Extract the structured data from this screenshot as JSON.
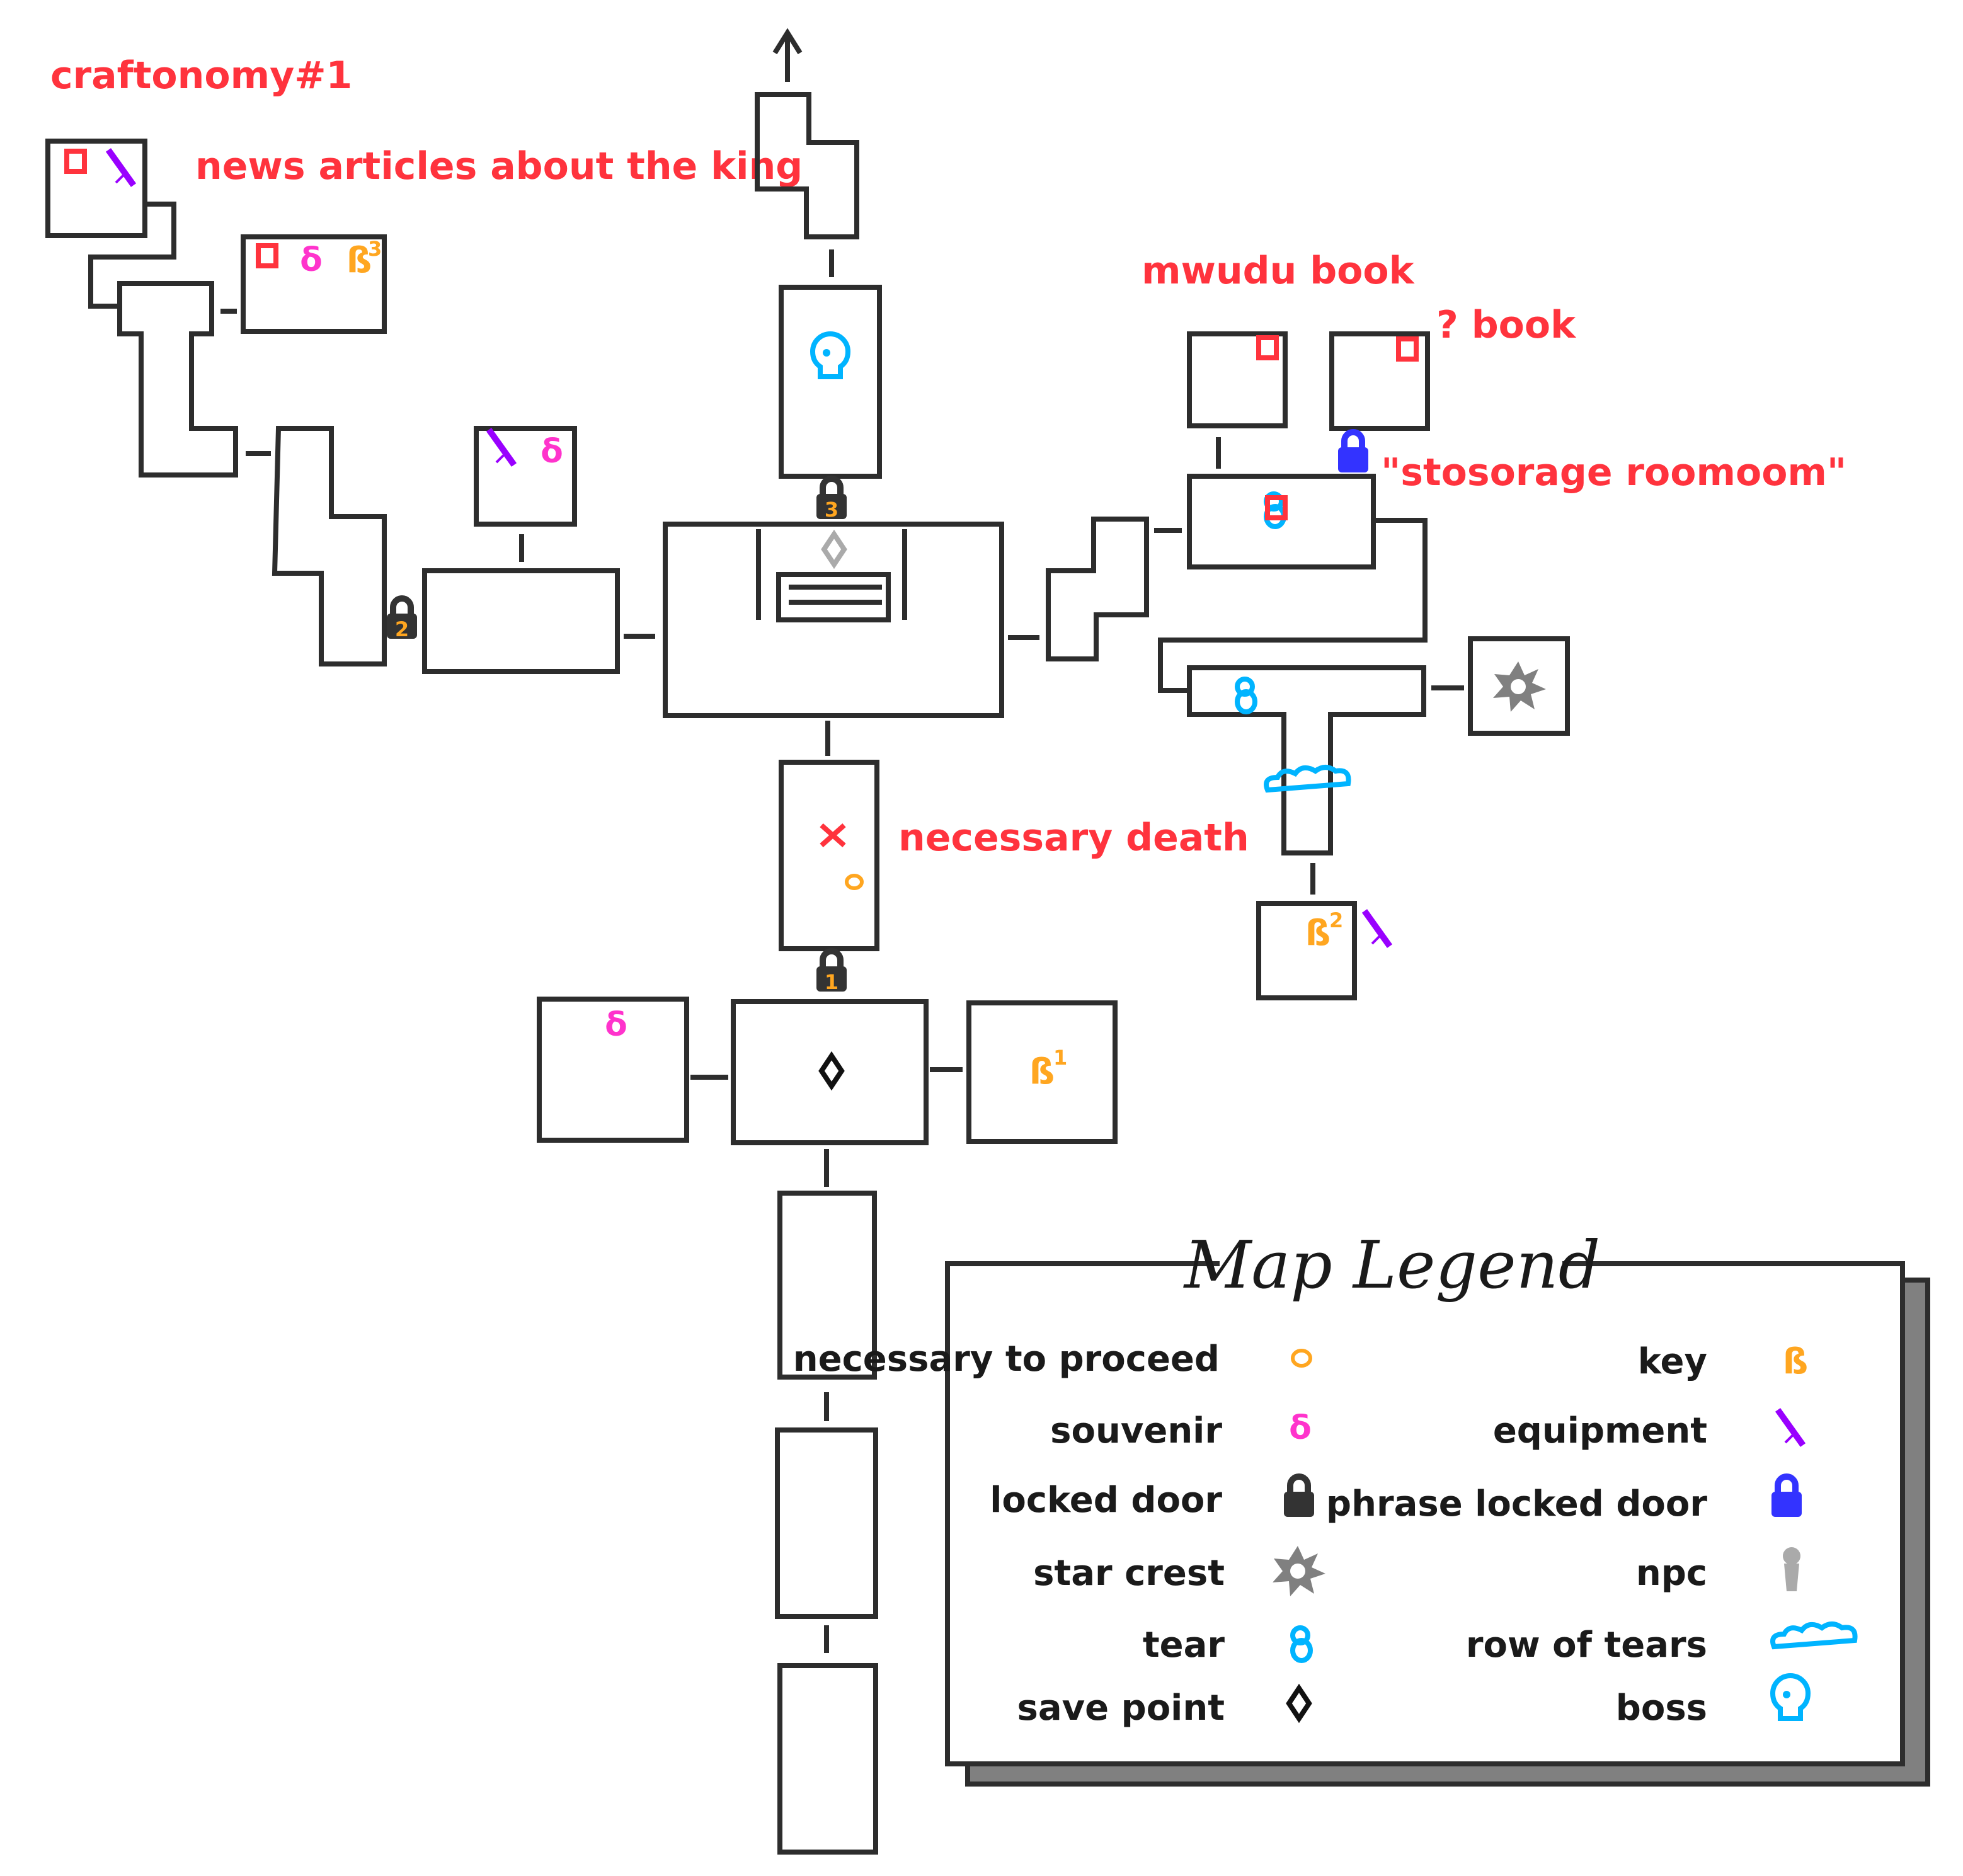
{
  "title": "craftonomy#1",
  "annotations": {
    "news": "news articles about the king",
    "mwudu": "mwudu book",
    "question_book": "? book",
    "storage": "\"stosorage roomoom\"",
    "death": "necessary death"
  },
  "locks": {
    "one": "1",
    "two": "2",
    "three": "3"
  },
  "keys": {
    "one": "1",
    "two": "2",
    "three": "3"
  },
  "colors": {
    "wall": "#2d2d2d",
    "annotation": "#ff333d",
    "key": "#ffa620",
    "souvenir": "#ff33cc",
    "equipment": "#9900ff",
    "tear": "#00b4ff",
    "phrase_lock": "#3333ff",
    "star": "#808080"
  },
  "legend": {
    "title": "Map Legend",
    "left": [
      {
        "label": "necessary to proceed",
        "icon": "necessary-icon"
      },
      {
        "label": "souvenir",
        "icon": "souvenir-icon"
      },
      {
        "label": "locked door",
        "icon": "lock-icon"
      },
      {
        "label": "star crest",
        "icon": "star-crest-icon"
      },
      {
        "label": "tear",
        "icon": "tear-icon"
      },
      {
        "label": "save point",
        "icon": "save-point-icon"
      }
    ],
    "right": [
      {
        "label": "key",
        "icon": "key-icon"
      },
      {
        "label": "equipment",
        "icon": "equipment-icon"
      },
      {
        "label": "phrase locked door",
        "icon": "phrase-lock-icon"
      },
      {
        "label": "npc",
        "icon": "npc-icon"
      },
      {
        "label": "row of tears",
        "icon": "row-of-tears-icon"
      },
      {
        "label": "boss",
        "icon": "boss-icon"
      }
    ]
  }
}
